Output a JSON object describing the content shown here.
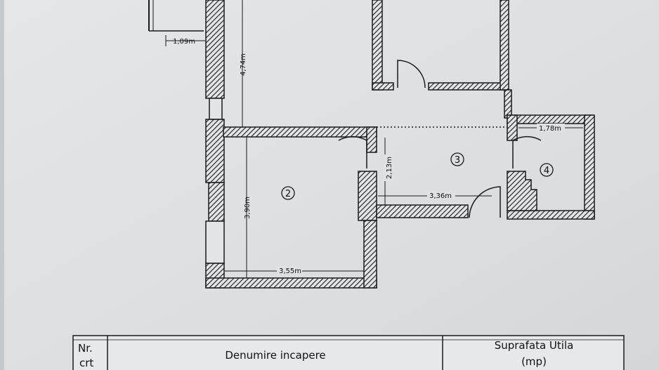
{
  "plan": {
    "dimensions": {
      "d_top_left": "1,09m",
      "d_hall_height": "4,74m",
      "d_room2_height": "3,90m",
      "d_room2_width": "3,55m",
      "d_room3_height": "2,13m",
      "d_room3_width": "3,36m",
      "d_room4_width": "1,78m"
    },
    "rooms": {
      "room2": "2",
      "room3": "3",
      "room4": "4"
    }
  },
  "table": {
    "col_nr_line1": "Nr.",
    "col_nr_line2": "crt",
    "col_name": "Denumire incapere",
    "col_area_line1": "Suprafata Utila",
    "col_area_line2": "(mp)"
  },
  "colors": {
    "paper": "#dfe1e3",
    "ink": "#1a1a1a"
  }
}
